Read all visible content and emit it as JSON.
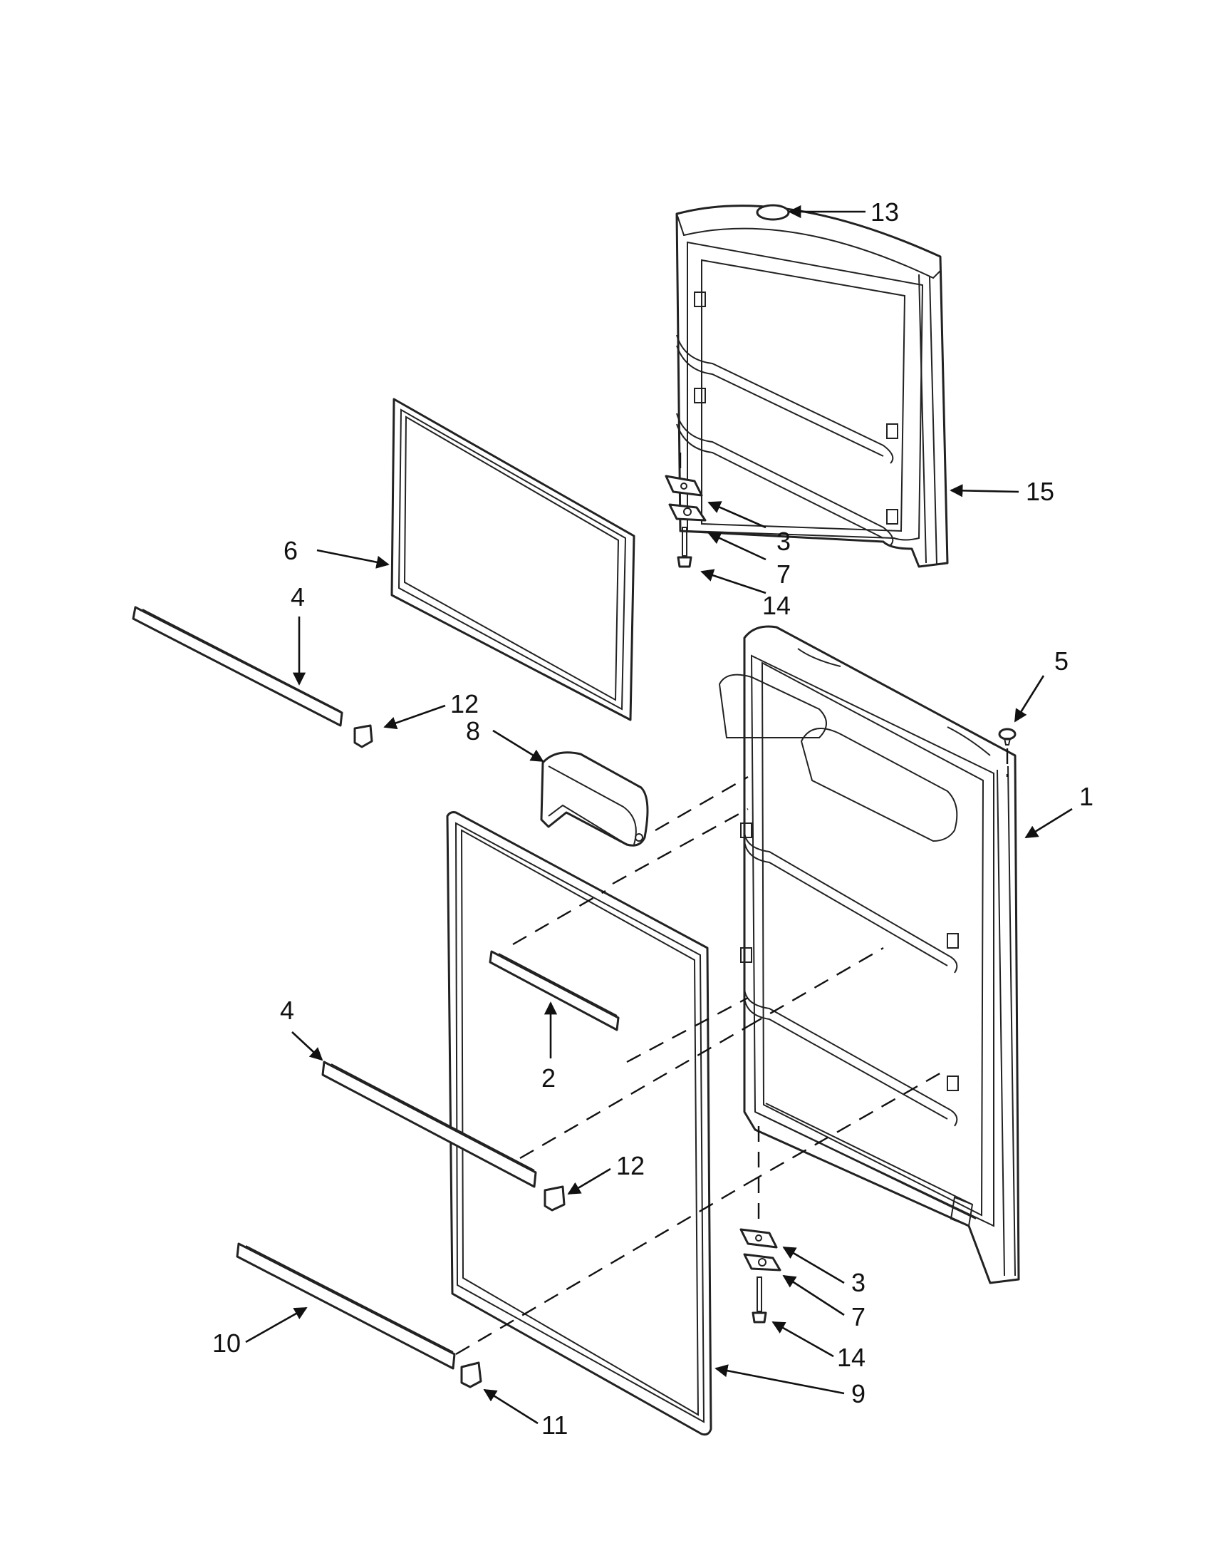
{
  "callouts": {
    "c1": "1",
    "c2": "2",
    "c3_top": "3",
    "c3_bottom": "3",
    "c4_top": "4",
    "c4_bottom": "4",
    "c5": "5",
    "c6": "6",
    "c7_top": "7",
    "c7_bottom": "7",
    "c8": "8",
    "c9": "9",
    "c10": "10",
    "c11": "11",
    "c12_top": "12",
    "c12_bottom": "12",
    "c13": "13",
    "c14_top": "14",
    "c14_bottom": "14",
    "c15": "15"
  }
}
